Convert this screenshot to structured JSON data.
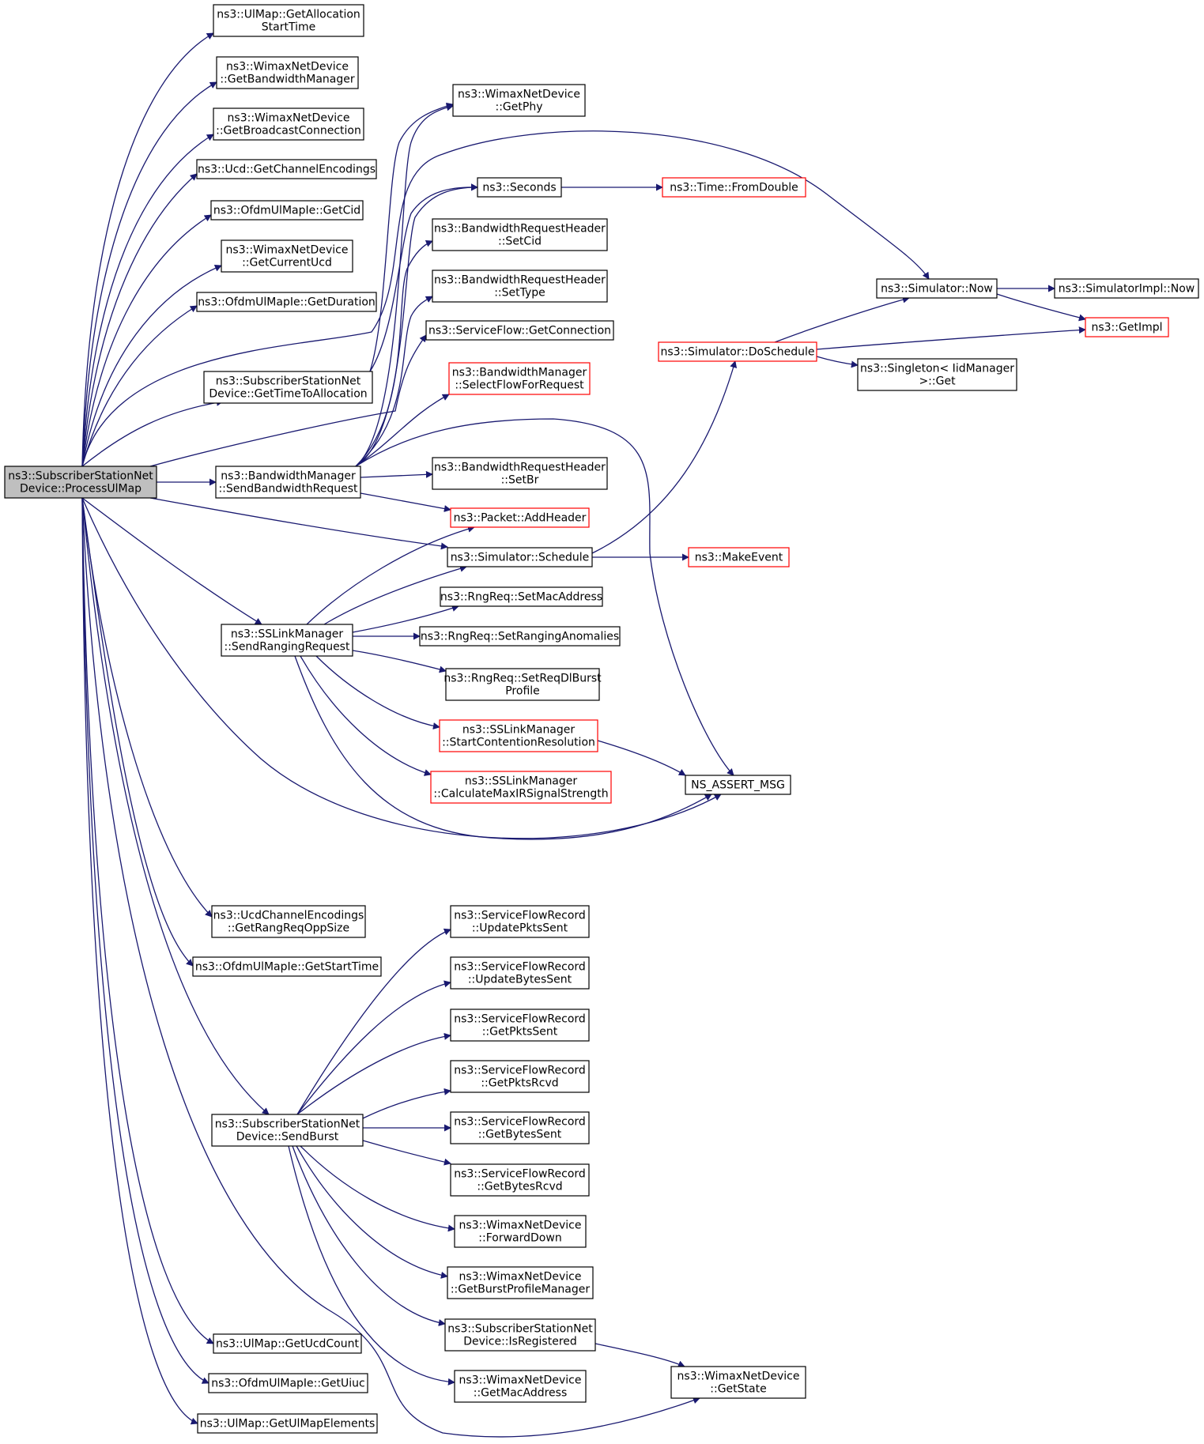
{
  "colors": {
    "edge": "#191970",
    "node_border": "#000000",
    "node_border_truncated": "#ff0000",
    "root_fill": "#bfbfbf",
    "node_fill": "#ffffff"
  },
  "graph": {
    "root": "n_root",
    "nodes": [
      {
        "id": "n_root",
        "lines": [
          "ns3::SubscriberStationNet",
          "Device::ProcessUlMap"
        ],
        "truncated": false
      },
      {
        "id": "n_ulmap_allocstart",
        "lines": [
          "ns3::UlMap::GetAllocation",
          "StartTime"
        ],
        "truncated": false
      },
      {
        "id": "n_bwmgr",
        "lines": [
          "ns3::WimaxNetDevice",
          "::GetBandwidthManager"
        ],
        "truncated": false
      },
      {
        "id": "n_bcastconn",
        "lines": [
          "ns3::WimaxNetDevice",
          "::GetBroadcastConnection"
        ],
        "truncated": false
      },
      {
        "id": "n_ucd_chenc",
        "lines": [
          "ns3::Ucd::GetChannelEncodings"
        ],
        "truncated": false
      },
      {
        "id": "n_ie_getcid",
        "lines": [
          "ns3::OfdmUlMapIe::GetCid"
        ],
        "truncated": false
      },
      {
        "id": "n_currucd",
        "lines": [
          "ns3::WimaxNetDevice",
          "::GetCurrentUcd"
        ],
        "truncated": false
      },
      {
        "id": "n_ie_duration",
        "lines": [
          "ns3::OfdmUlMapIe::GetDuration"
        ],
        "truncated": false
      },
      {
        "id": "n_timetoalloc",
        "lines": [
          "ns3::SubscriberStationNet",
          "Device::GetTimeToAllocation"
        ],
        "truncated": false
      },
      {
        "id": "n_sendbwreq",
        "lines": [
          "ns3::BandwidthManager",
          "::SendBandwidthRequest"
        ],
        "truncated": false
      },
      {
        "id": "n_sendranging",
        "lines": [
          "ns3::SSLinkManager",
          "::SendRangingRequest"
        ],
        "truncated": false
      },
      {
        "id": "n_rangreqopp",
        "lines": [
          "ns3::UcdChannelEncodings",
          "::GetRangReqOppSize"
        ],
        "truncated": false
      },
      {
        "id": "n_ie_start",
        "lines": [
          "ns3::OfdmUlMapIe::GetStartTime"
        ],
        "truncated": false
      },
      {
        "id": "n_sendburst",
        "lines": [
          "ns3::SubscriberStationNet",
          "Device::SendBurst"
        ],
        "truncated": false
      },
      {
        "id": "n_ucdcount",
        "lines": [
          "ns3::UlMap::GetUcdCount"
        ],
        "truncated": false
      },
      {
        "id": "n_ie_uiuc",
        "lines": [
          "ns3::OfdmUlMapIe::GetUiuc"
        ],
        "truncated": false
      },
      {
        "id": "n_ulmapelems",
        "lines": [
          "ns3::UlMap::GetUlMapElements"
        ],
        "truncated": false
      },
      {
        "id": "n_getphy",
        "lines": [
          "ns3::WimaxNetDevice",
          "::GetPhy"
        ],
        "truncated": false
      },
      {
        "id": "n_seconds",
        "lines": [
          "ns3::Seconds"
        ],
        "truncated": false
      },
      {
        "id": "n_bwh_setcid",
        "lines": [
          "ns3::BandwidthRequestHeader",
          "::SetCid"
        ],
        "truncated": false
      },
      {
        "id": "n_bwh_settype",
        "lines": [
          "ns3::BandwidthRequestHeader",
          "::SetType"
        ],
        "truncated": false
      },
      {
        "id": "n_sf_getconn",
        "lines": [
          "ns3::ServiceFlow::GetConnection"
        ],
        "truncated": false
      },
      {
        "id": "n_selectflow",
        "lines": [
          "ns3::BandwidthManager",
          "::SelectFlowForRequest"
        ],
        "truncated": true
      },
      {
        "id": "n_bwh_setbr",
        "lines": [
          "ns3::BandwidthRequestHeader",
          "::SetBr"
        ],
        "truncated": false
      },
      {
        "id": "n_addheader",
        "lines": [
          "ns3::Packet::AddHeader"
        ],
        "truncated": true
      },
      {
        "id": "n_schedule",
        "lines": [
          "ns3::Simulator::Schedule"
        ],
        "truncated": false
      },
      {
        "id": "n_setmac",
        "lines": [
          "ns3::RngReq::SetMacAddress"
        ],
        "truncated": false
      },
      {
        "id": "n_setanom",
        "lines": [
          "ns3::RngReq::SetRangingAnomalies"
        ],
        "truncated": false
      },
      {
        "id": "n_setreqdl",
        "lines": [
          "ns3::RngReq::SetReqDlBurst",
          "Profile"
        ],
        "truncated": false
      },
      {
        "id": "n_startcont",
        "lines": [
          "ns3::SSLinkManager",
          "::StartContentionResolution"
        ],
        "truncated": true
      },
      {
        "id": "n_calcmaxir",
        "lines": [
          "ns3::SSLinkManager",
          "::CalculateMaxIRSignalStrength"
        ],
        "truncated": true
      },
      {
        "id": "n_fromdouble",
        "lines": [
          "ns3::Time::FromDouble"
        ],
        "truncated": true
      },
      {
        "id": "n_now",
        "lines": [
          "ns3::Simulator::Now"
        ],
        "truncated": false
      },
      {
        "id": "n_doschedule",
        "lines": [
          "ns3::Simulator::DoSchedule"
        ],
        "truncated": true
      },
      {
        "id": "n_makeevent",
        "lines": [
          "ns3::MakeEvent"
        ],
        "truncated": true
      },
      {
        "id": "n_assert",
        "lines": [
          "NS_ASSERT_MSG"
        ],
        "truncated": false
      },
      {
        "id": "n_implnow",
        "lines": [
          "ns3::SimulatorImpl::Now"
        ],
        "truncated": false
      },
      {
        "id": "n_getimpl",
        "lines": [
          "ns3::GetImpl"
        ],
        "truncated": true
      },
      {
        "id": "n_singleton",
        "lines": [
          "ns3::Singleton< IidManager",
          " >::Get"
        ],
        "truncated": false
      },
      {
        "id": "n_upd_pkts",
        "lines": [
          "ns3::ServiceFlowRecord",
          "::UpdatePktsSent"
        ],
        "truncated": false
      },
      {
        "id": "n_upd_bytes",
        "lines": [
          "ns3::ServiceFlowRecord",
          "::UpdateBytesSent"
        ],
        "truncated": false
      },
      {
        "id": "n_get_pktssent",
        "lines": [
          "ns3::ServiceFlowRecord",
          "::GetPktsSent"
        ],
        "truncated": false
      },
      {
        "id": "n_get_pktsrcvd",
        "lines": [
          "ns3::ServiceFlowRecord",
          "::GetPktsRcvd"
        ],
        "truncated": false
      },
      {
        "id": "n_get_bytessent",
        "lines": [
          "ns3::ServiceFlowRecord",
          "::GetBytesSent"
        ],
        "truncated": false
      },
      {
        "id": "n_get_bytesrcvd",
        "lines": [
          "ns3::ServiceFlowRecord",
          "::GetBytesRcvd"
        ],
        "truncated": false
      },
      {
        "id": "n_fwddown",
        "lines": [
          "ns3::WimaxNetDevice",
          "::ForwardDown"
        ],
        "truncated": false
      },
      {
        "id": "n_burstprof",
        "lines": [
          "ns3::WimaxNetDevice",
          "::GetBurstProfileManager"
        ],
        "truncated": false
      },
      {
        "id": "n_isreg",
        "lines": [
          "ns3::SubscriberStationNet",
          "Device::IsRegistered"
        ],
        "truncated": false
      },
      {
        "id": "n_macaddr",
        "lines": [
          "ns3::WimaxNetDevice",
          "::GetMacAddress"
        ],
        "truncated": false
      },
      {
        "id": "n_getstate",
        "lines": [
          "ns3::WimaxNetDevice",
          "::GetState"
        ],
        "truncated": false
      }
    ],
    "edges": [
      {
        "from": "n_root",
        "to": "n_ulmap_allocstart"
      },
      {
        "from": "n_root",
        "to": "n_bwmgr"
      },
      {
        "from": "n_root",
        "to": "n_bcastconn"
      },
      {
        "from": "n_root",
        "to": "n_ucd_chenc"
      },
      {
        "from": "n_root",
        "to": "n_ie_getcid"
      },
      {
        "from": "n_root",
        "to": "n_currucd"
      },
      {
        "from": "n_root",
        "to": "n_ie_duration"
      },
      {
        "from": "n_root",
        "to": "n_now"
      },
      {
        "from": "n_root",
        "to": "n_timetoalloc"
      },
      {
        "from": "n_root",
        "to": "n_sf_getconn"
      },
      {
        "from": "n_root",
        "to": "n_sendbwreq"
      },
      {
        "from": "n_root",
        "to": "n_schedule"
      },
      {
        "from": "n_root",
        "to": "n_sendranging"
      },
      {
        "from": "n_root",
        "to": "n_assert"
      },
      {
        "from": "n_root",
        "to": "n_rangreqopp"
      },
      {
        "from": "n_root",
        "to": "n_ie_start"
      },
      {
        "from": "n_root",
        "to": "n_sendburst"
      },
      {
        "from": "n_root",
        "to": "n_getstate"
      },
      {
        "from": "n_root",
        "to": "n_ucdcount"
      },
      {
        "from": "n_root",
        "to": "n_ie_uiuc"
      },
      {
        "from": "n_root",
        "to": "n_ulmapelems"
      },
      {
        "from": "n_timetoalloc",
        "to": "n_getphy"
      },
      {
        "from": "n_timetoalloc",
        "to": "n_seconds"
      },
      {
        "from": "n_sendbwreq",
        "to": "n_getphy"
      },
      {
        "from": "n_sendbwreq",
        "to": "n_seconds"
      },
      {
        "from": "n_sendbwreq",
        "to": "n_bwh_setcid"
      },
      {
        "from": "n_sendbwreq",
        "to": "n_bwh_settype"
      },
      {
        "from": "n_sendbwreq",
        "to": "n_selectflow"
      },
      {
        "from": "n_sendbwreq",
        "to": "n_assert"
      },
      {
        "from": "n_sendbwreq",
        "to": "n_bwh_setbr"
      },
      {
        "from": "n_sendbwreq",
        "to": "n_addheader"
      },
      {
        "from": "n_seconds",
        "to": "n_fromdouble"
      },
      {
        "from": "n_now",
        "to": "n_implnow"
      },
      {
        "from": "n_now",
        "to": "n_getimpl"
      },
      {
        "from": "n_doschedule",
        "to": "n_now"
      },
      {
        "from": "n_doschedule",
        "to": "n_getimpl"
      },
      {
        "from": "n_doschedule",
        "to": "n_singleton"
      },
      {
        "from": "n_schedule",
        "to": "n_doschedule"
      },
      {
        "from": "n_schedule",
        "to": "n_makeevent"
      },
      {
        "from": "n_sendranging",
        "to": "n_addheader"
      },
      {
        "from": "n_sendranging",
        "to": "n_schedule"
      },
      {
        "from": "n_sendranging",
        "to": "n_setmac"
      },
      {
        "from": "n_sendranging",
        "to": "n_setanom"
      },
      {
        "from": "n_sendranging",
        "to": "n_setreqdl"
      },
      {
        "from": "n_sendranging",
        "to": "n_startcont"
      },
      {
        "from": "n_sendranging",
        "to": "n_calcmaxir"
      },
      {
        "from": "n_sendranging",
        "to": "n_assert"
      },
      {
        "from": "n_startcont",
        "to": "n_assert"
      },
      {
        "from": "n_sendburst",
        "to": "n_upd_pkts"
      },
      {
        "from": "n_sendburst",
        "to": "n_upd_bytes"
      },
      {
        "from": "n_sendburst",
        "to": "n_get_pktssent"
      },
      {
        "from": "n_sendburst",
        "to": "n_get_pktsrcvd"
      },
      {
        "from": "n_sendburst",
        "to": "n_get_bytessent"
      },
      {
        "from": "n_sendburst",
        "to": "n_get_bytesrcvd"
      },
      {
        "from": "n_sendburst",
        "to": "n_fwddown"
      },
      {
        "from": "n_sendburst",
        "to": "n_burstprof"
      },
      {
        "from": "n_sendburst",
        "to": "n_isreg"
      },
      {
        "from": "n_sendburst",
        "to": "n_macaddr"
      },
      {
        "from": "n_isreg",
        "to": "n_getstate"
      }
    ]
  }
}
